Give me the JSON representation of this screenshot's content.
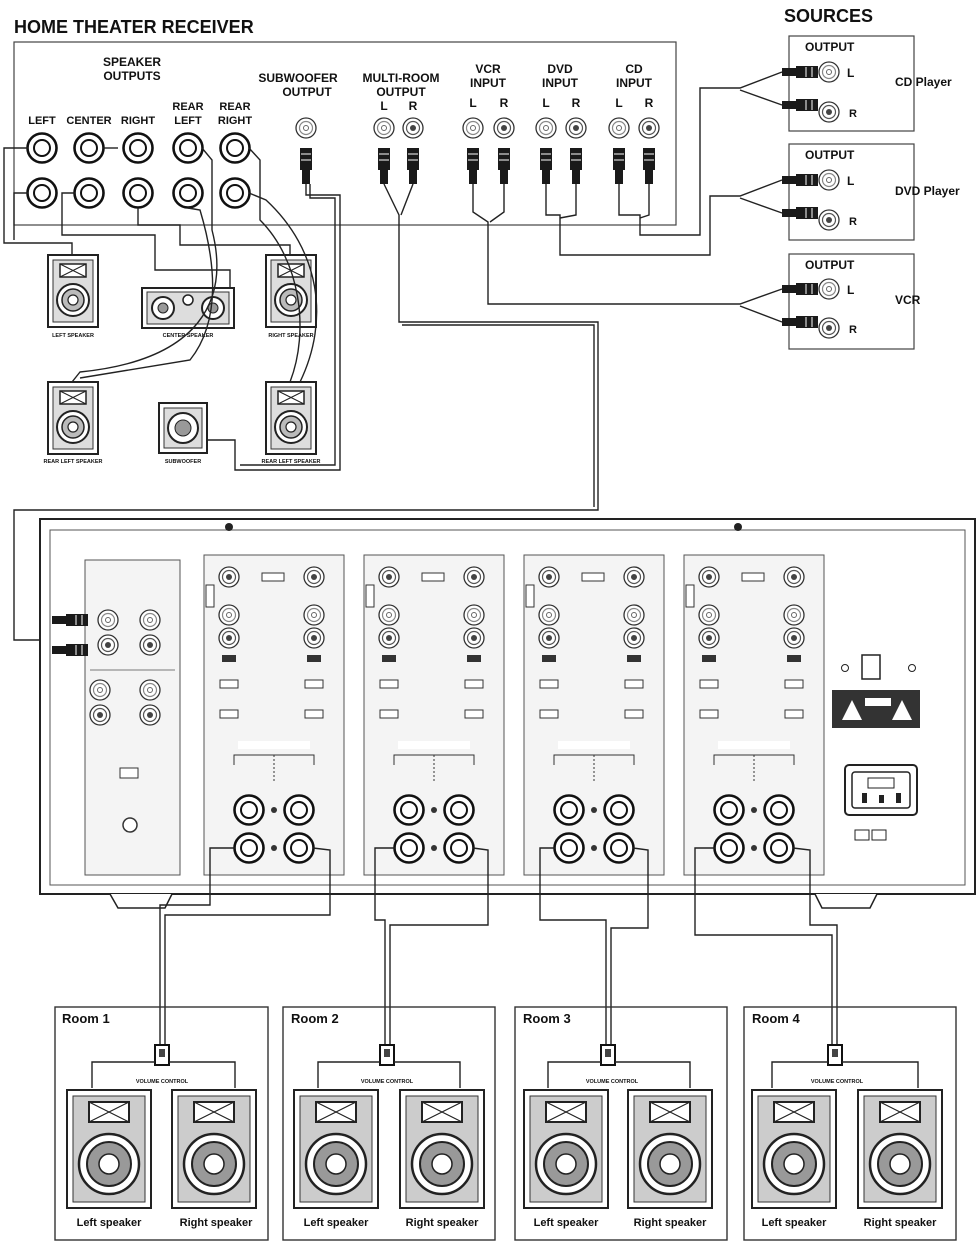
{
  "receiver": {
    "title": "HOME THEATER RECEIVER",
    "speaker_outputs_l1": "SPEAKER",
    "speaker_outputs_l2": "OUTPUTS",
    "ch_left": "LEFT",
    "ch_center": "CENTER",
    "ch_right": "RIGHT",
    "ch_rear_left_l1": "REAR",
    "ch_rear_left_l2": "LEFT",
    "ch_rear_right_l1": "REAR",
    "ch_rear_right_l2": "RIGHT",
    "subwoofer_l1": "SUBWOOFER",
    "subwoofer_l2": "OUTPUT",
    "multiroom_l1": "MULTI-ROOM",
    "multiroom_l2": "OUTPUT",
    "vcr_l1": "VCR",
    "vcr_l2": "INPUT",
    "dvd_l1": "DVD",
    "dvd_l2": "INPUT",
    "cd_l1": "CD",
    "cd_l2": "INPUT",
    "l": "L",
    "r": "R"
  },
  "sources": {
    "title": "SOURCES",
    "output_label": "OUTPUT",
    "l": "L",
    "r": "R",
    "cd_player": "CD Player",
    "dvd_player": "DVD Player",
    "vcr": "VCR"
  },
  "speakers": {
    "left": "LEFT SPEAKER",
    "center": "CENTER SPEAKER",
    "right": "RIGHT SPEAKER",
    "rear_left": "REAR LEFT SPEAKER",
    "subwoofer": "SUBWOOFER",
    "rear_right": "REAR LEFT SPEAKER"
  },
  "rooms": [
    {
      "name": "Room 1",
      "volume": "VOLUME CONTROL",
      "left": "Left speaker",
      "right": "Right speaker"
    },
    {
      "name": "Room 2",
      "volume": "VOLUME CONTROL",
      "left": "Left speaker",
      "right": "Right speaker"
    },
    {
      "name": "Room 3",
      "volume": "VOLUME CONTROL",
      "left": "Left speaker",
      "right": "Right speaker"
    },
    {
      "name": "Room 4",
      "volume": "VOLUME CONTROL",
      "left": "Left speaker",
      "right": "Right speaker"
    }
  ]
}
